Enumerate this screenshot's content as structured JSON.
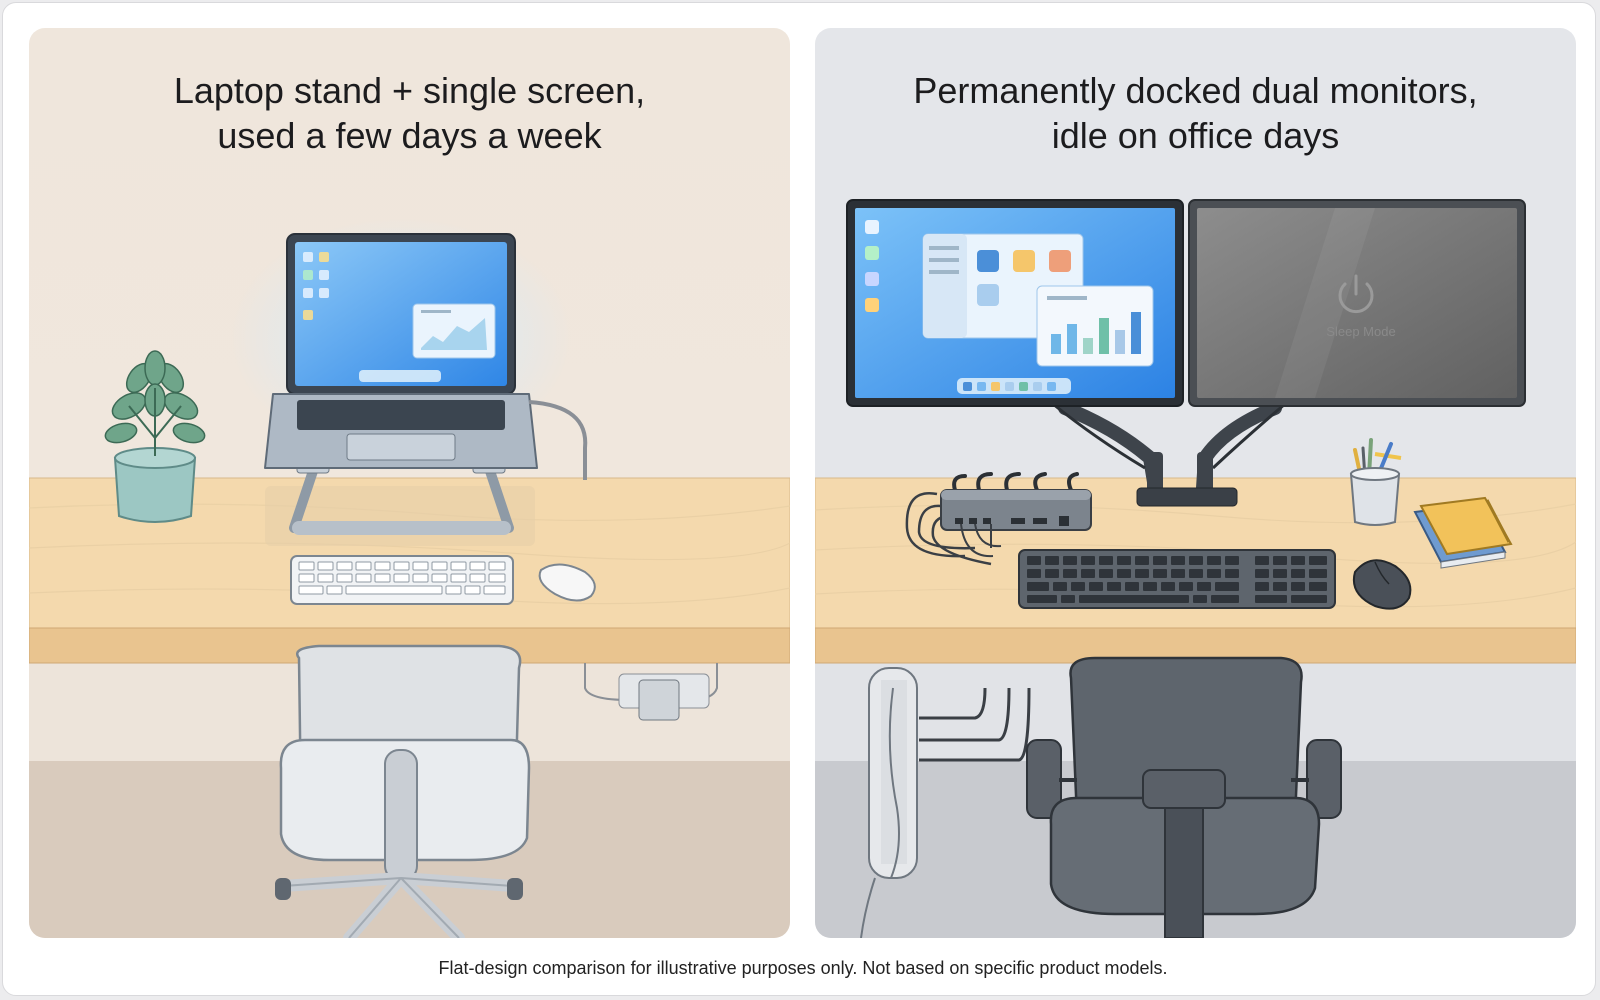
{
  "panels": {
    "left": {
      "title_line1": "Laptop stand + single screen,",
      "title_line2": "used a few days a week"
    },
    "right": {
      "title_line1": "Permanently docked dual monitors,",
      "title_line2": "idle on office days",
      "sleep_mode_label": "Sleep Mode"
    }
  },
  "caption": "Flat-design comparison for illustrative purposes only. Not based on specific product models.",
  "colors": {
    "left_wall": "#efe6dc",
    "right_wall": "#e4e6ea",
    "desk_wood": "#f4d9ad",
    "screen_blue": "#3d9cf0",
    "sleep_screen": "#6e6e6e"
  },
  "icons": [
    "plant-icon",
    "power-icon",
    "laptop-icon",
    "monitor-icon",
    "mouse-icon",
    "keyboard-icon",
    "chair-icon",
    "docking-station-icon",
    "power-adapter-icon",
    "pen-cup-icon",
    "notebook-icon",
    "cable-organizer-icon"
  ]
}
